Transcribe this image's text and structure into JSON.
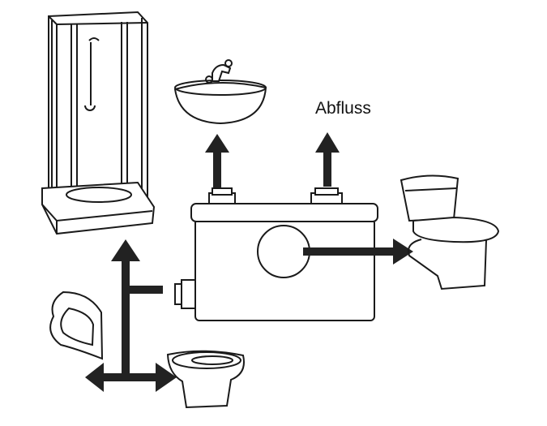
{
  "diagram": {
    "outlet_label": "Abfluss",
    "components": [
      "shower-cabin",
      "washbasin",
      "pump-unit",
      "toilet-right",
      "urinal",
      "toilet-small"
    ],
    "colors": {
      "line": "#1a1a1a",
      "arrow": "#222222",
      "background": "#ffffff"
    }
  }
}
